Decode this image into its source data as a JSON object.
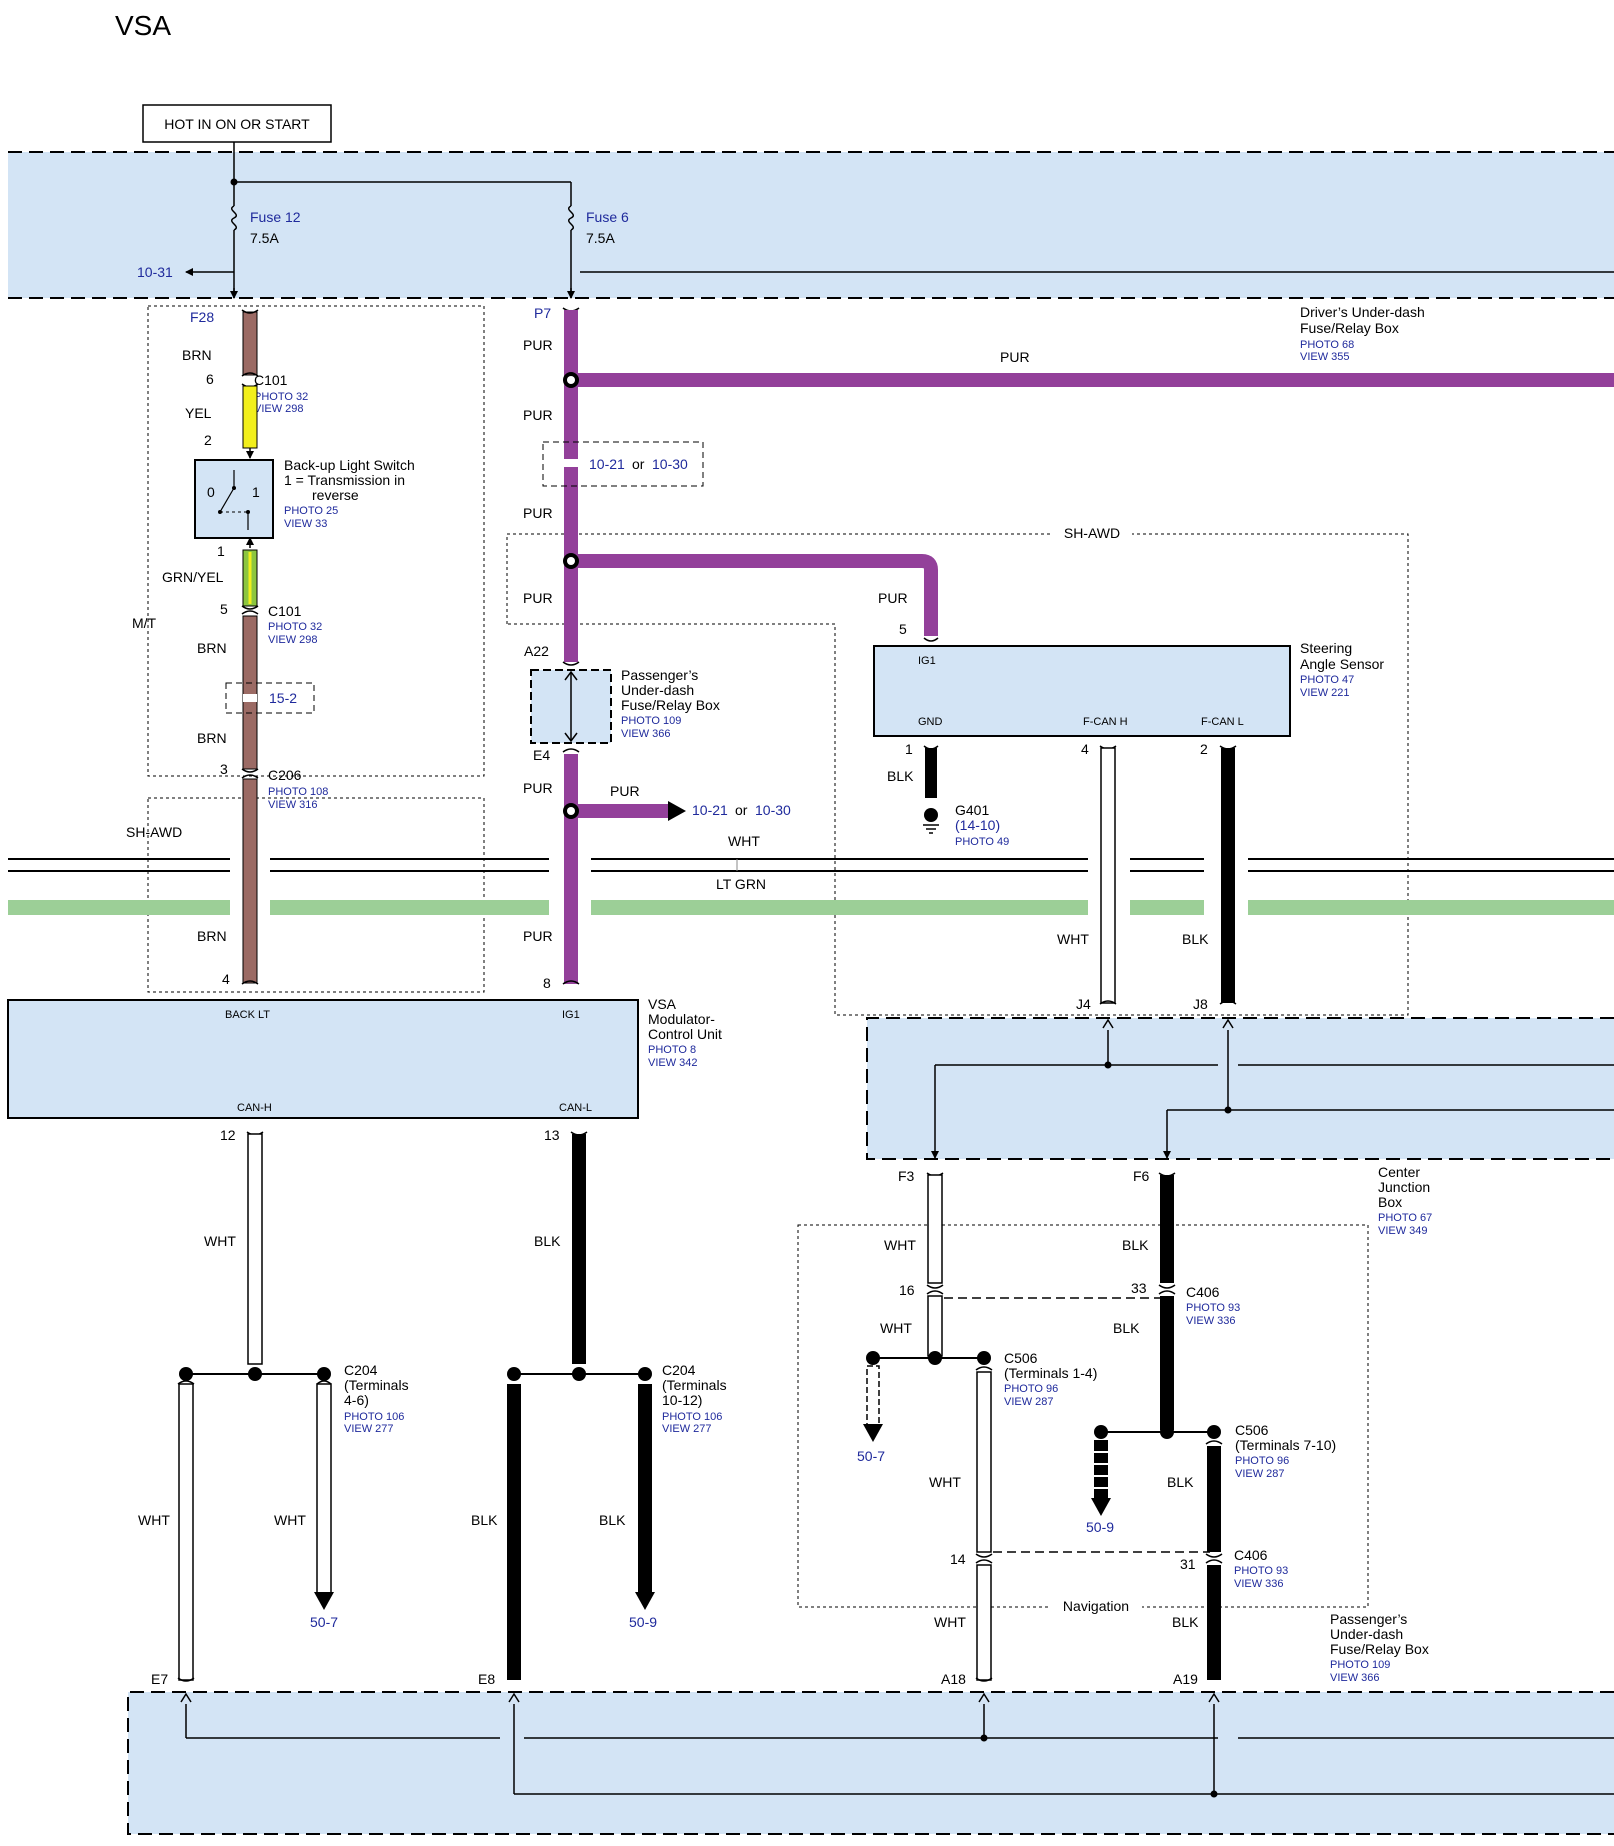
{
  "title": "VSA",
  "power_box": "HOT IN ON OR START",
  "fuses": [
    {
      "name": "Fuse 12",
      "rating": "7.5A"
    },
    {
      "name": "Fuse 6",
      "rating": "7.5A"
    }
  ],
  "links": {
    "l1031": "10-31",
    "l1021": "10-21",
    "l1030": "10-30",
    "or": "or",
    "l152": "15-2",
    "l507": "50-7",
    "l509": "50-9",
    "l1410": "(14-10)"
  },
  "terminals": {
    "F28": "F28",
    "P7": "P7",
    "A22": "A22",
    "E4": "E4",
    "J4": "J4",
    "J8": "J8",
    "F3": "F3",
    "F6": "F6",
    "E7": "E7",
    "E8": "E8",
    "A18": "A18",
    "A19": "A19"
  },
  "pins": {
    "p1": "1",
    "p2": "2",
    "p3": "3",
    "p4": "4",
    "p5": "5",
    "p6": "6",
    "p8": "8",
    "p12": "12",
    "p13": "13",
    "p14": "14",
    "p16": "16",
    "p31": "31",
    "p33": "33",
    "s0": "0",
    "s1": "1"
  },
  "wires": {
    "BRN": "BRN",
    "YEL": "YEL",
    "GRNYEL": "GRN/YEL",
    "PUR": "PUR",
    "BLK": "BLK",
    "WHT": "WHT",
    "LTGRN": "LT GRN"
  },
  "components": {
    "drivers_box": {
      "line1": "Driver’s Under-dash",
      "line2": "Fuse/Relay Box",
      "photo": "PHOTO 68",
      "view": "VIEW 355"
    },
    "c101": {
      "name": "C101",
      "photo": "PHOTO 32",
      "view": "VIEW 298"
    },
    "backup_switch": {
      "line1": "Back-up Light Switch",
      "line2": "1 = Transmission in",
      "line3": "reverse",
      "photo": "PHOTO 25",
      "view": "VIEW 33"
    },
    "c206": {
      "name": "C206",
      "photo": "PHOTO 108",
      "view": "VIEW 316"
    },
    "passenger_box": {
      "line1": "Passenger’s",
      "line2": "Under-dash",
      "line3": "Fuse/Relay Box",
      "photo": "PHOTO 109",
      "view": "VIEW 366"
    },
    "steering": {
      "line1": "Steering",
      "line2": "Angle Sensor",
      "photo": "PHOTO 47",
      "view": "VIEW 221",
      "ig1": "IG1",
      "gnd": "GND",
      "fcanh": "F-CAN H",
      "fcanl": "F-CAN L"
    },
    "g401": {
      "name": "G401",
      "photo": "PHOTO 49"
    },
    "vsa": {
      "line1": "VSA",
      "line2": "Modulator-",
      "line3": "Control Unit",
      "photo": "PHOTO 8",
      "view": "VIEW 342",
      "backlt": "BACK LT",
      "ig1": "IG1",
      "canh": "CAN-H",
      "canl": "CAN-L"
    },
    "center_jb": {
      "line1": "Center",
      "line2": "Junction",
      "line3": "Box",
      "photo": "PHOTO 67",
      "view": "VIEW 349"
    },
    "c204a": {
      "name": "C204",
      "t1": "(Terminals",
      "t2": "4-6)",
      "photo": "PHOTO 106",
      "view": "VIEW 277"
    },
    "c204b": {
      "name": "C204",
      "t1": "(Terminals",
      "t2": "10-12)",
      "photo": "PHOTO 106",
      "view": "VIEW 277"
    },
    "c406": {
      "name": "C406",
      "photo": "PHOTO 93",
      "view": "VIEW 336"
    },
    "c506a": {
      "name": "C506",
      "t1": "(Terminals 1-4)",
      "photo": "PHOTO 96",
      "view": "VIEW 287"
    },
    "c506b": {
      "name": "C506",
      "t1": "(Terminals 7-10)",
      "photo": "PHOTO 96",
      "view": "VIEW 287"
    },
    "passenger_box2": {
      "line1": "Passenger’s",
      "line2": "Under-dash",
      "line3": "Fuse/Relay Box",
      "photo": "PHOTO 109",
      "view": "VIEW 366"
    }
  },
  "groups": {
    "mt": "M/T",
    "shawd": "SH-AWD",
    "navigation": "Navigation"
  },
  "colors": {
    "box_fill": "#d3e4f5",
    "brn": "#9b6a64",
    "yel": "#f2ef1c",
    "grnyel": "#8cc63f",
    "pur": "#93409a",
    "ltgrn": "#9ccf97",
    "blk": "#000000",
    "link": "#1f2a9c"
  }
}
